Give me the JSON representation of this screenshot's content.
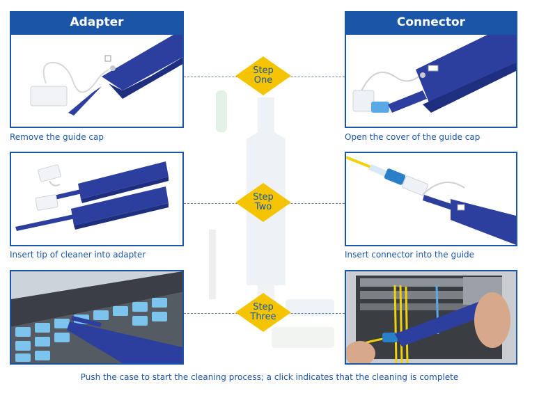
{
  "headers": {
    "adapter": "Adapter",
    "connector": "Connector"
  },
  "captions": {
    "left_1": "Remove the guide cap",
    "left_2": "Insert tip of cleaner into adapter",
    "right_1": "Open the cover of the guide cap",
    "right_2": "Insert connector into the guide",
    "bottom": "Push the case to start the cleaning process; a click indicates that the cleaning is complete"
  },
  "steps": [
    {
      "line1": "Step",
      "line2": "One"
    },
    {
      "line1": "Step",
      "line2": "Two"
    },
    {
      "line1": "Step",
      "line2": "Three"
    }
  ],
  "colors": {
    "brand_blue": "#1b55a8",
    "pen_blue": "#2d3f9e",
    "step_gold": "#f5c400",
    "connector_light_blue": "#5aa9e6"
  }
}
